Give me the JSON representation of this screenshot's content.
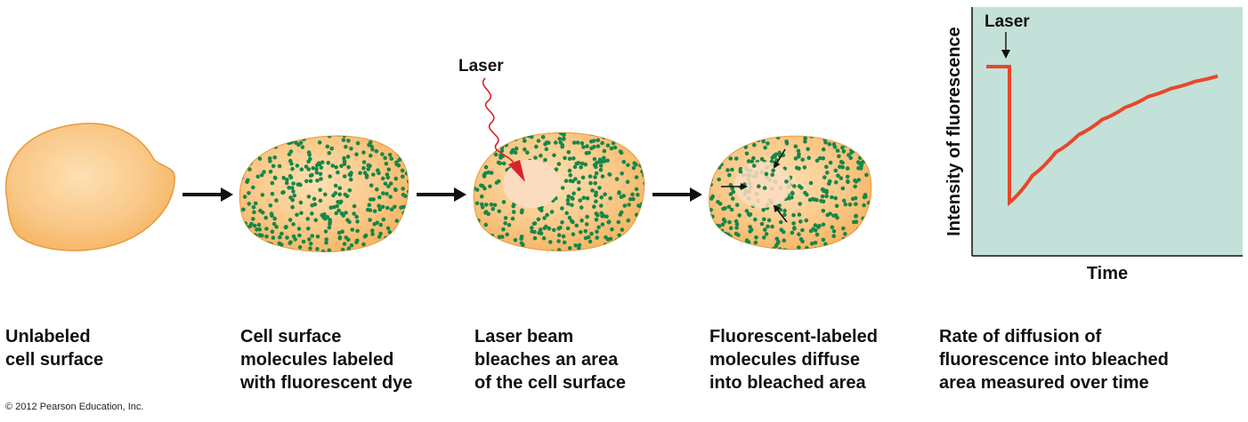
{
  "panels": [
    {
      "caption_lines": [
        "Unlabeled",
        "cell surface"
      ]
    },
    {
      "caption_lines": [
        "Cell surface",
        "molecules labeled",
        "with fluorescent dye"
      ]
    },
    {
      "caption_lines": [
        "Laser beam",
        "bleaches an area",
        "of the cell surface"
      ]
    },
    {
      "caption_lines": [
        "Fluorescent-labeled",
        "molecules diffuse",
        "into bleached area"
      ]
    },
    {
      "caption_lines": [
        "Rate of diffusion of",
        "fluorescence into bleached",
        "area measured over time"
      ]
    }
  ],
  "laser_label": "Laser",
  "graph": {
    "laser_label": "Laser",
    "ylabel": "Intensity of fluorescence",
    "xlabel": "Time"
  },
  "chart_data": {
    "type": "line",
    "title": "",
    "xlabel": "Time",
    "ylabel": "Intensity of fluorescence",
    "annotations": [
      "Laser"
    ],
    "series": [
      {
        "x": [
          0,
          0.1,
          0.1,
          0.2,
          0.3,
          0.4,
          0.5,
          0.6,
          0.7,
          0.8,
          0.9,
          1.0
        ],
        "values": [
          1.0,
          1.0,
          0.0,
          0.2,
          0.37,
          0.5,
          0.61,
          0.7,
          0.78,
          0.84,
          0.89,
          0.93
        ]
      }
    ],
    "grid": false,
    "colors": {
      "background": "#c3e1d9",
      "line": "#e8472a"
    }
  },
  "colors": {
    "cell_fill": "#f9c47e",
    "cell_outline": "#e59b3b",
    "dot": "#16874a",
    "bleach": "#fbdcbf",
    "laser_wave": "#d8232a",
    "arrow": "#111111"
  },
  "copyright": "© 2012 Pearson Education, Inc."
}
